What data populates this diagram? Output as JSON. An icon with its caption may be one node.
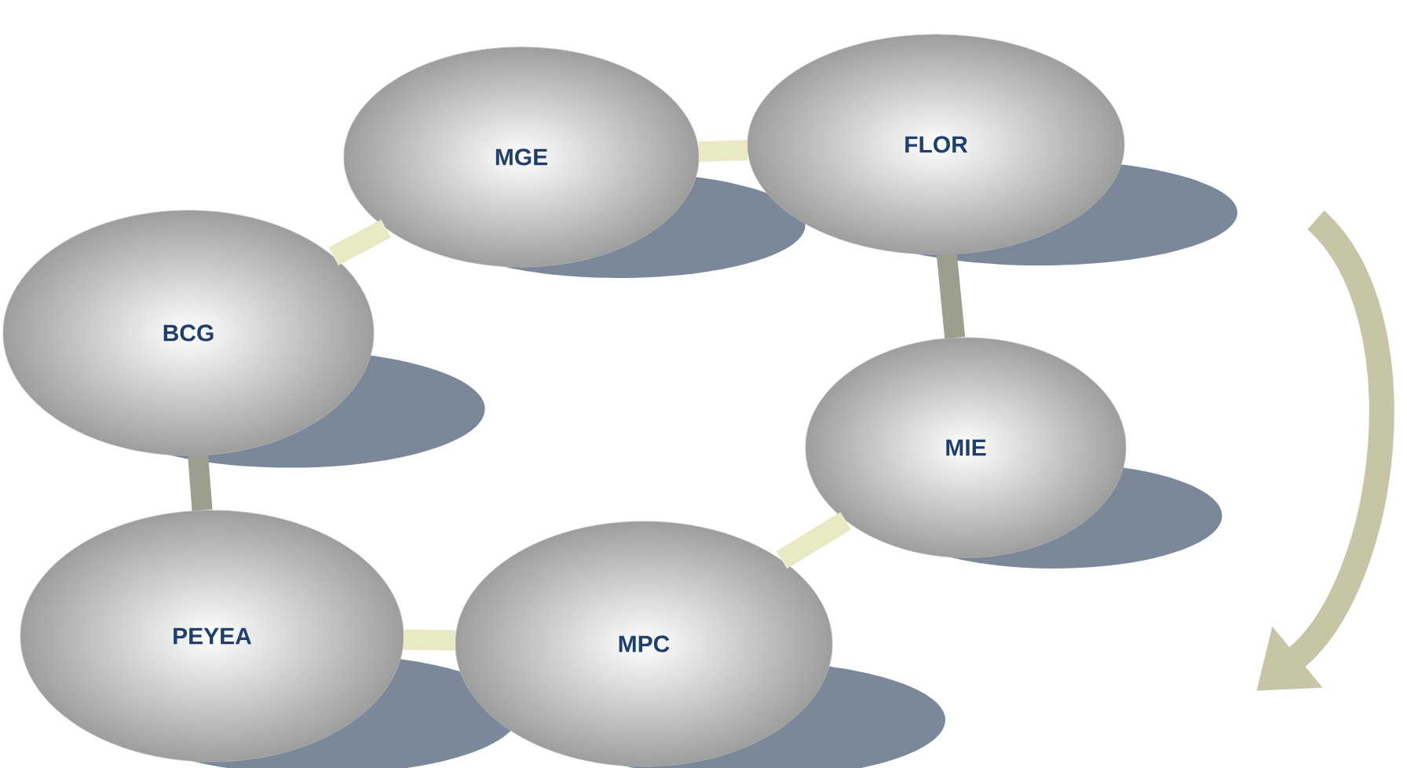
{
  "diagram": {
    "nodes": [
      {
        "text": [
          "MGE"
        ]
      },
      {
        "text": [
          "FLOR"
        ]
      },
      {
        "text": [
          "BCG"
        ]
      },
      {
        "text": [
          "MIE"
        ]
      },
      {
        "text": [
          "PEYEA"
        ]
      },
      {
        "text": [
          "MPC"
        ]
      }
    ],
    "edges": [
      {
        "from": 2,
        "to": 0,
        "arrow": "none"
      },
      {
        "from": 0,
        "to": 1,
        "arrow": "none"
      },
      {
        "from": 1,
        "to": 3,
        "arrow": "none",
        "color": "#9c9e8e"
      },
      {
        "from": 3,
        "to": 5,
        "arrow": "none"
      },
      {
        "from": 5,
        "to": 4,
        "arrow": "none"
      },
      {
        "from": 4,
        "to": 2,
        "arrow": "none",
        "color": "#9c9e8e"
      }
    ]
  }
}
